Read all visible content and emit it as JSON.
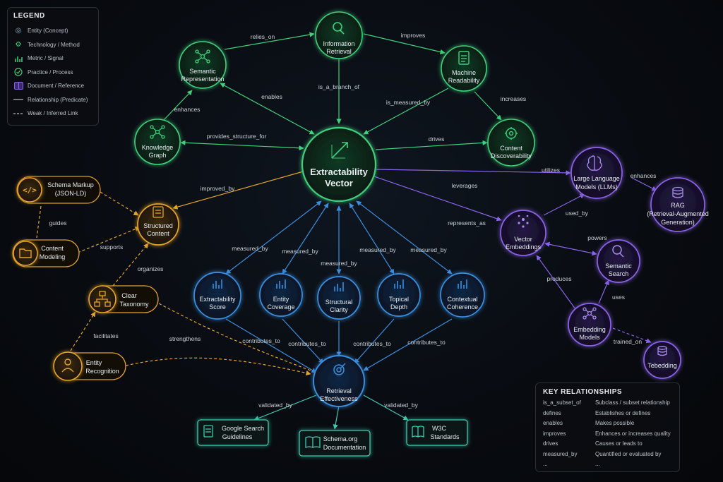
{
  "legend": {
    "title": "LEGEND",
    "items": [
      {
        "label": "Entity (Concept)",
        "icon": "target-icon",
        "color": "#8fb3c8"
      },
      {
        "label": "Technology / Method",
        "icon": "gear-icon",
        "color": "#3fd07c"
      },
      {
        "label": "Metric / Signal",
        "icon": "bar-chart-icon",
        "color": "#3fd07c"
      },
      {
        "label": "Practice / Process",
        "icon": "check-circle-icon",
        "color": "#3fd07c"
      },
      {
        "label": "Document / Reference",
        "icon": "book-icon",
        "color": "#8a63e8"
      },
      {
        "label": "Relationship (Predicate)",
        "icon": "solid-line-icon",
        "color": "#b9c1c8"
      },
      {
        "label": "Weak / Inferred Link",
        "icon": "dashed-line-icon",
        "color": "#b9c1c8"
      }
    ]
  },
  "nodes": {
    "center": {
      "line1": "Extractability",
      "line2": "Vector"
    },
    "info_retrieval": {
      "line1": "Information",
      "line2": "Retrieval"
    },
    "semantic_rep": {
      "line1": "Semantic",
      "line2": "Representation"
    },
    "machine_read": {
      "line1": "Machine",
      "line2": "Readability"
    },
    "knowledge_graph": {
      "line1": "Knowledge",
      "line2": "Graph"
    },
    "content_disc": {
      "line1": "Content",
      "line2": "Discoverability"
    },
    "schema_markup": {
      "line1": "Schema Markup",
      "line2": "(JSON-LD)"
    },
    "structured_content": {
      "line1": "Structured",
      "line2": "Content"
    },
    "content_modeling": {
      "line1": "Content",
      "line2": "Modeling"
    },
    "clear_taxonomy": {
      "line1": "Clear",
      "line2": "Taxonomy"
    },
    "entity_recognition": {
      "line1": "Entity",
      "line2": "Recognition"
    },
    "llms": {
      "line1": "Large Language",
      "line2": "Models (LLMs)"
    },
    "rag": {
      "line1": "RAG",
      "line2": "(Retrieval-Augmented",
      "line3": "Generation)"
    },
    "vector_emb": {
      "line1": "Vector",
      "line2": "Embeddings"
    },
    "semantic_search": {
      "line1": "Semantic",
      "line2": "Search"
    },
    "embedding_models": {
      "line1": "Embedding",
      "line2": "Models"
    },
    "tebedding": {
      "line1": "Tebedding",
      "line2": ""
    },
    "extractability_score": {
      "line1": "Extractability",
      "line2": "Score"
    },
    "entity_coverage": {
      "line1": "Entity",
      "line2": "Coverage"
    },
    "structural_clarity": {
      "line1": "Structural",
      "line2": "Clarity"
    },
    "topical_depth": {
      "line1": "Topical",
      "line2": "Depth"
    },
    "contextual_coherence": {
      "line1": "Contextual",
      "line2": "Coherence"
    },
    "retrieval_eff": {
      "line1": "Retrieval",
      "line2": "Effectiveness"
    },
    "google_search": {
      "line1": "Google Search",
      "line2": "Guidelines"
    },
    "schema_org": {
      "line1": "Schema.org",
      "line2": "Documentation"
    },
    "w3c": {
      "line1": "W3C",
      "line2": "Standards"
    }
  },
  "edges": {
    "relies_on": "relies_on",
    "improves": "improves",
    "enables": "enables",
    "is_a_branch_of": "is_a_branch_of",
    "is_measured_by": "is_measured_by",
    "increases": "increases",
    "enhances_kg": "enhances",
    "provides_structure_for": "provides_structure_for",
    "drives": "drives",
    "improved_by": "improved_by",
    "guides": "guides",
    "supports": "supports",
    "organizes": "organizes",
    "facilitates": "facilitates",
    "strengthens": "strengthens",
    "utilizes": "utilizes",
    "enhances_rag": "enhances",
    "leverages": "leverages",
    "used_by": "used_by",
    "represents_as": "represents_as",
    "powers": "powers",
    "produces": "produces",
    "uses": "uses",
    "trained_on": "trained_on",
    "measured_by_1": "measured_by",
    "measured_by_2": "measured_by",
    "measured_by_3": "measured_by",
    "measured_by_4": "measured_by",
    "measured_by_5": "measured_by",
    "contributes_to_1": "contributes_to",
    "contributes_to_2": "contributes_to",
    "contributes_to_3": "contributes_to",
    "contributes_to_4": "contributes_to",
    "validated_by_1": "validated_by",
    "validated_by_2": "validated_by"
  },
  "key_relationships": {
    "title": "KEY RELATIONSHIPS",
    "rows": [
      {
        "term": "is_a_subset_of",
        "def": "Subclass / subset relationship"
      },
      {
        "term": "defines",
        "def": "Establishes or defines"
      },
      {
        "term": "enables",
        "def": "Makes possible"
      },
      {
        "term": "improves",
        "def": "Enhances or increases quality"
      },
      {
        "term": "drives",
        "def": "Causes or leads to"
      },
      {
        "term": "measured_by",
        "def": "Quantified or evaluated by"
      },
      {
        "term": "...",
        "def": "..."
      }
    ]
  },
  "colors": {
    "green": "#3fd07c",
    "orange": "#e5a42a",
    "purple": "#8a63e8",
    "blue": "#3a8fe0",
    "teal": "#3ec9b0"
  }
}
